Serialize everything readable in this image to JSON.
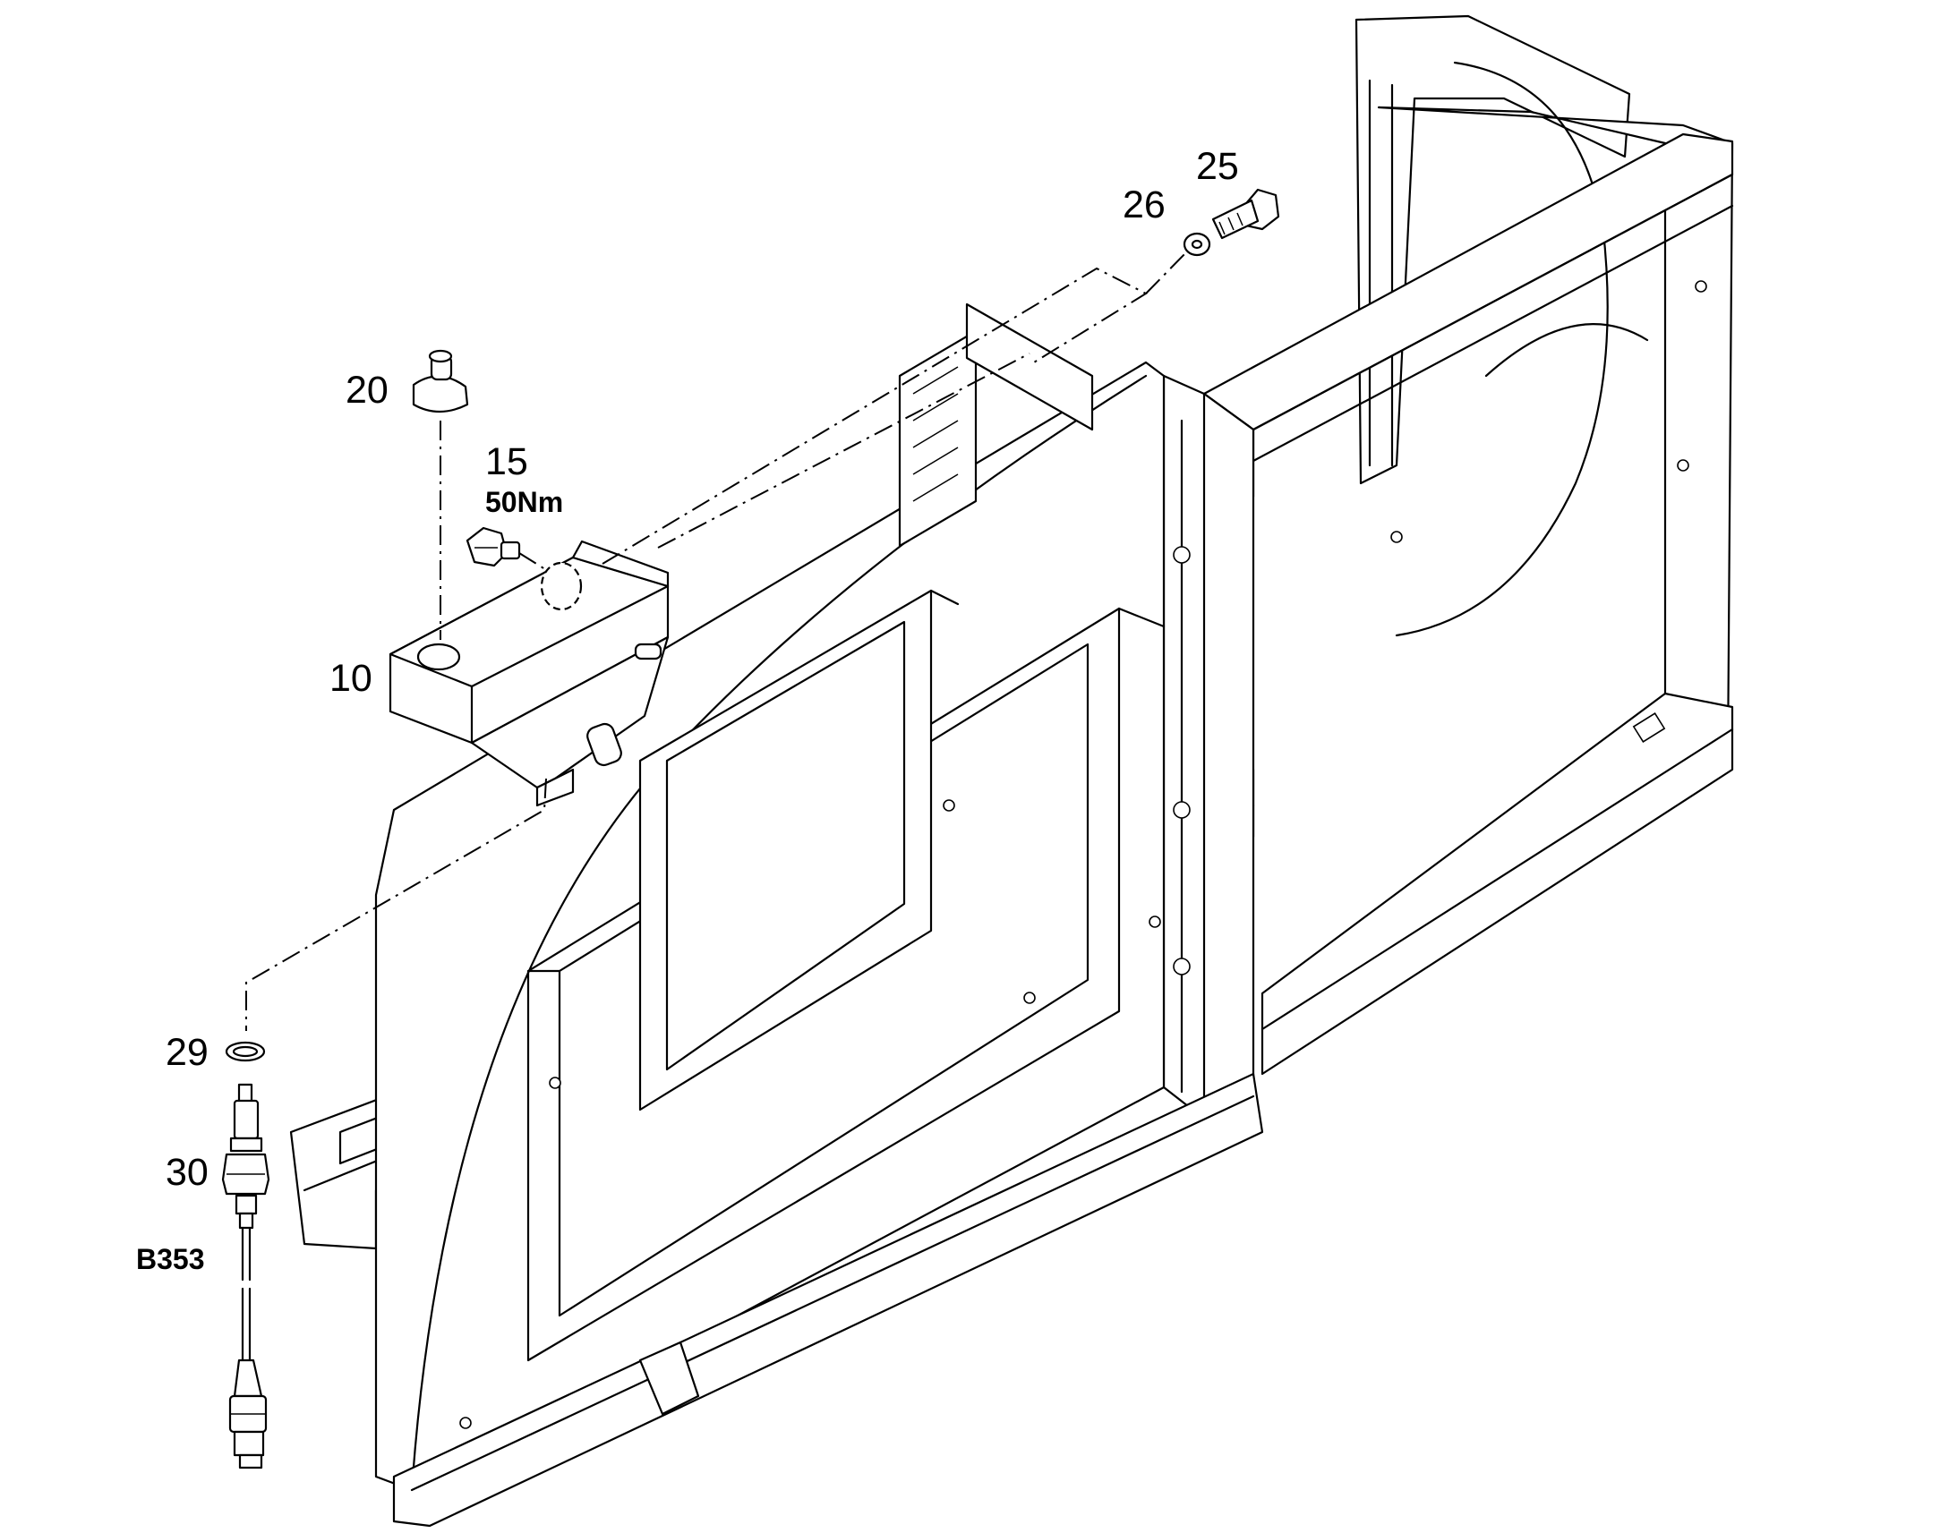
{
  "parts": {
    "p10": "10",
    "p15": "15",
    "p15_torque": "50Nm",
    "p20": "20",
    "p25": "25",
    "p26": "26",
    "p29": "29",
    "p30": "30",
    "sensor": "B353"
  }
}
